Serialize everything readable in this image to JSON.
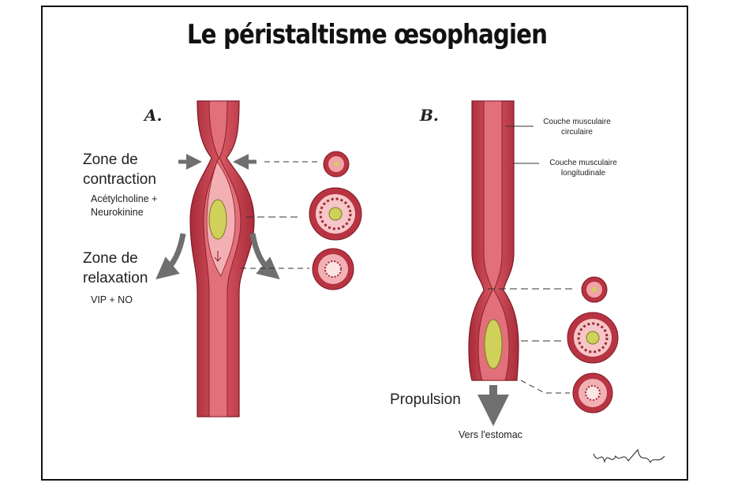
{
  "title": "Le péristaltisme œsophagien",
  "panel_a": {
    "letter": "A.",
    "contraction_line1": "Zone de",
    "contraction_line2": "contraction",
    "contraction_agents_line1": "Acétylcholine +",
    "contraction_agents_line2": "Neurokinine",
    "relaxation_line1": "Zone de",
    "relaxation_line2": "relaxation",
    "relaxation_agents": "VIP + NO"
  },
  "panel_b": {
    "letter": "B.",
    "layer1_line1": "Couche musculaire",
    "layer1_line2": "circulaire",
    "layer2_line1": "Couche musculaire",
    "layer2_line2": "longitudinale",
    "propulsion": "Propulsion",
    "destination": "Vers l'estomac"
  },
  "signature": "Myra King",
  "colors": {
    "muscle": "#c8414d",
    "muscle_dark": "#8f1f2b",
    "mucosa": "#f2a3a8",
    "bolus": "#cfd15a",
    "arrow": "#6f6f6f"
  }
}
